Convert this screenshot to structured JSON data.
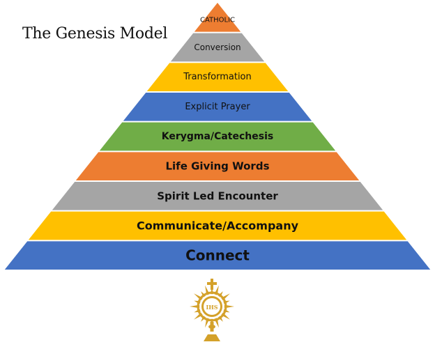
{
  "title": "The Genesis Model",
  "tiers": [
    {
      "label": "CATHOLIC",
      "color": "#ED7D31"
    },
    {
      "label": "Conversion",
      "color": "#A5A5A5"
    },
    {
      "label": "Transformation",
      "color": "#FFC000"
    },
    {
      "label": "Explicit Prayer",
      "color": "#4472C4"
    },
    {
      "label": "Kerygma/Catechesis",
      "color": "#70AD47"
    },
    {
      "label": "Life Giving Words",
      "color": "#ED7D31"
    },
    {
      "label": "Spirit Led Encounter",
      "color": "#A5A5A5"
    },
    {
      "label": "Communicate/Accompany",
      "color": "#FFC000"
    },
    {
      "label": "Connect",
      "color": "#4472C4"
    }
  ],
  "emblem": {
    "icon": "monstrance-ihs-icon",
    "text": "IHS",
    "color": "#D4A12A"
  }
}
